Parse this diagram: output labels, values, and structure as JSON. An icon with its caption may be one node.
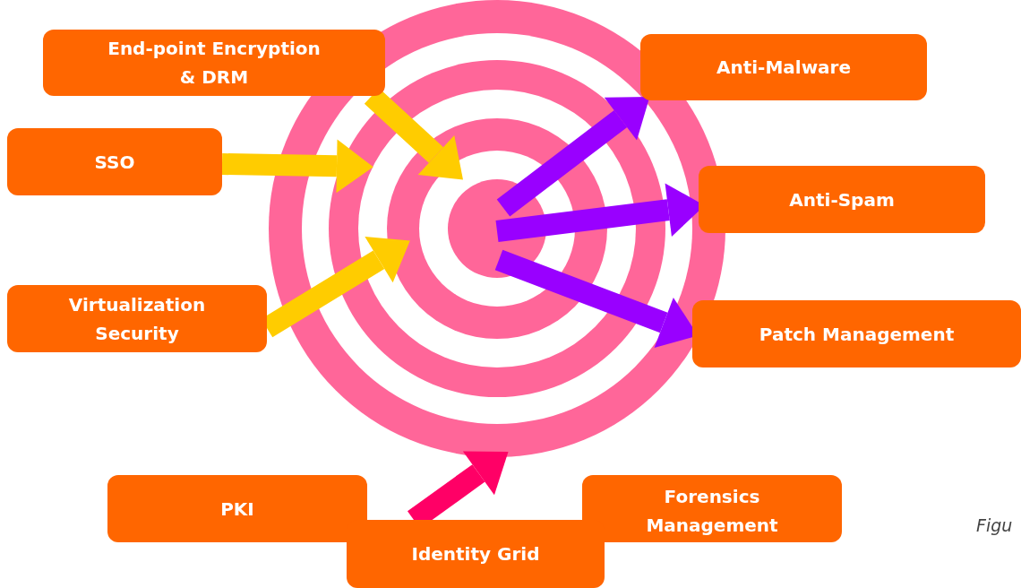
{
  "diagram": {
    "nodes": [
      {
        "text": [
          "End-point Encryption & DRM"
        ]
      },
      {
        "text": [
          "SSO"
        ]
      },
      {
        "text": [
          "Virtualization Security"
        ]
      },
      {
        "text": [
          "Anti-Malware"
        ]
      },
      {
        "text": [
          "Anti-Spam"
        ]
      },
      {
        "text": [
          "Patch Management"
        ]
      },
      {
        "text": [
          "PKI"
        ]
      },
      {
        "text": [
          "Identity Grid"
        ]
      },
      {
        "text": [
          "Forensics Management"
        ]
      },
      {
        "text": [],
        "shape": "circle"
      }
    ],
    "edges": [
      {
        "from": 0,
        "to": 9,
        "arrow": "to",
        "color": "#ffcc00"
      },
      {
        "from": 1,
        "to": 9,
        "arrow": "to",
        "color": "#ffcc00"
      },
      {
        "from": 2,
        "to": 9,
        "arrow": "to",
        "color": "#ffcc00"
      },
      {
        "from": 9,
        "to": 3,
        "arrow": "to",
        "color": "#9900ff"
      },
      {
        "from": 9,
        "to": 4,
        "arrow": "to",
        "color": "#9900ff"
      },
      {
        "from": 9,
        "to": 5,
        "arrow": "to",
        "color": "#9900ff"
      },
      {
        "from": 7,
        "to": 9,
        "arrow": "to",
        "color": "#ff0066"
      }
    ],
    "labels": [
      "Figu"
    ]
  }
}
